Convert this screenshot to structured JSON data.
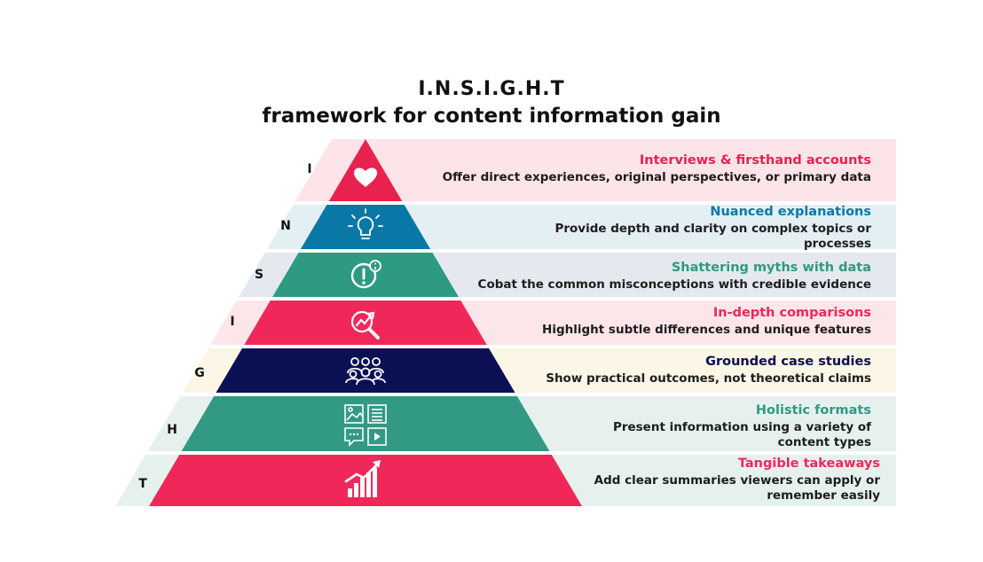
{
  "title": {
    "line1": "I.N.S.I.G.H.T",
    "line2": "framework for content information gain"
  },
  "tiers": [
    {
      "letter": "I",
      "heading": "Interviews & firsthand accounts",
      "description": "Offer direct experiences, original perspectives, or primary data",
      "icon": "heart-icon",
      "color": "#e8224e",
      "band_color": "#fce4e8"
    },
    {
      "letter": "N",
      "heading": "Nuanced explanations",
      "description": "Provide depth and clarity on complex topics or processes",
      "icon": "lightbulb-icon",
      "color": "#0a78a6",
      "band_color": "#e3eff3"
    },
    {
      "letter": "S",
      "heading": "Shattering myths with data",
      "description": "Cobat the common misconceptions with credible evidence",
      "icon": "alert-info-icon",
      "color": "#2e9a83",
      "band_color": "#e6e8ef"
    },
    {
      "letter": "I",
      "heading": "In-depth comparisons",
      "description": "Highlight subtle differences and unique features",
      "icon": "magnify-chart-icon",
      "color": "#f0285a",
      "band_color": "#fde6ea"
    },
    {
      "letter": "G",
      "heading": "Grounded case studies",
      "description": "Show practical outcomes, not theoretical claims",
      "icon": "group-icon",
      "color": "#0b0f54",
      "band_color": "#fbf6e5"
    },
    {
      "letter": "H",
      "heading": "Holistic formats",
      "description": "Present information using a variety of content types",
      "icon": "content-formats-icon",
      "color": "#329985",
      "band_color": "#e6f1ee"
    },
    {
      "letter": "T",
      "heading": "Tangible takeaways",
      "description": "Add clear summaries viewers can apply or remember easily",
      "icon": "growth-chart-icon",
      "color": "#f0285a",
      "band_color": "#e6f1ee"
    }
  ]
}
